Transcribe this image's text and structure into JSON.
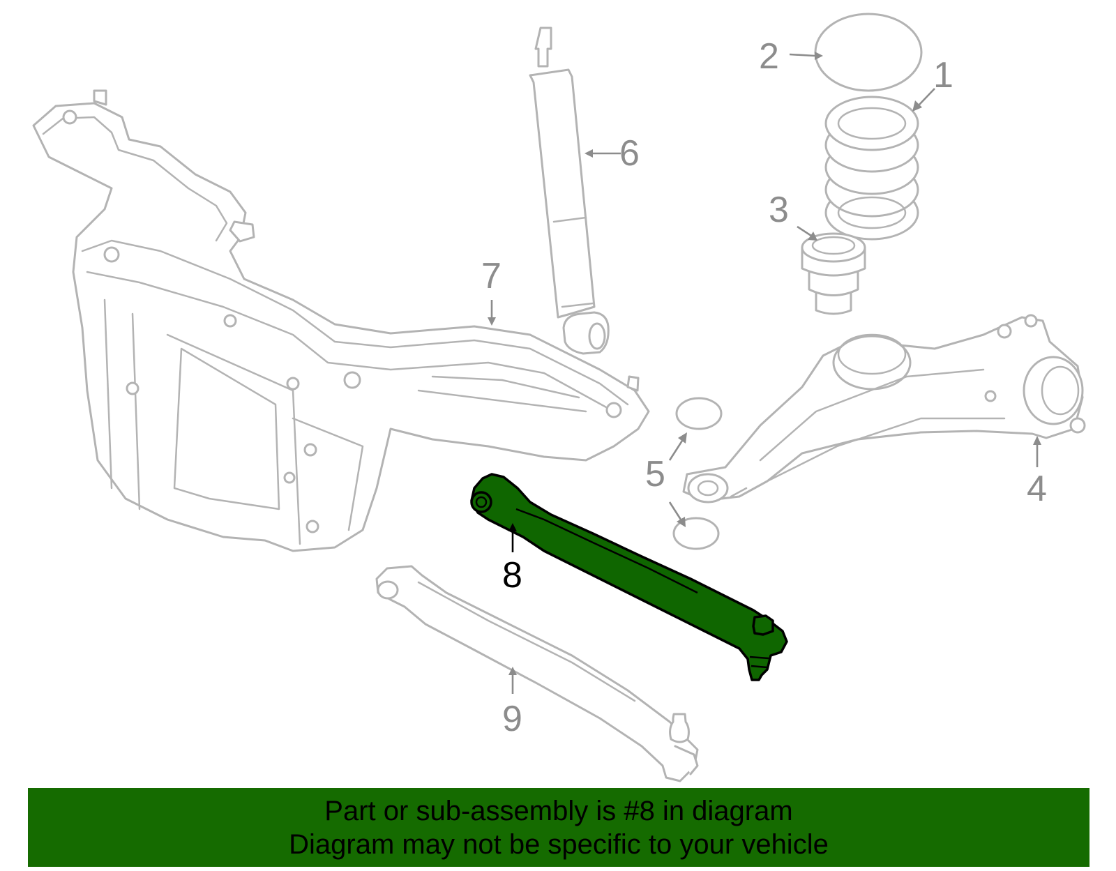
{
  "diagram": {
    "callouts": [
      {
        "id": "1",
        "label": "1"
      },
      {
        "id": "2",
        "label": "2"
      },
      {
        "id": "3",
        "label": "3"
      },
      {
        "id": "4",
        "label": "4"
      },
      {
        "id": "5",
        "label": "5"
      },
      {
        "id": "6",
        "label": "6"
      },
      {
        "id": "7",
        "label": "7"
      },
      {
        "id": "8",
        "label": "8",
        "highlighted": true
      },
      {
        "id": "9",
        "label": "9"
      }
    ],
    "highlight_color": "#156b00",
    "line_color": "#b3b3b3"
  },
  "notice": {
    "line1": "Part or sub-assembly is #8 in diagram",
    "line2": "Diagram may not be specific to your vehicle"
  }
}
